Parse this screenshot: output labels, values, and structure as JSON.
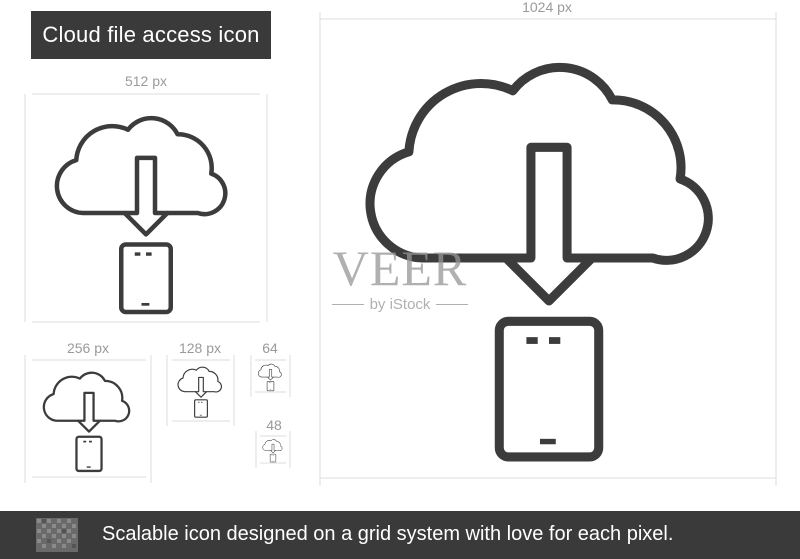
{
  "title": "Cloud file access icon",
  "size_labels": {
    "large": "1024 px",
    "medium": "512 px",
    "small": "256 px",
    "xsmall": "128 px",
    "tiny": "64",
    "micro": "48"
  },
  "watermark": {
    "brand": "VEER",
    "sub": "by iStock"
  },
  "footer": {
    "tagline": "Scalable icon designed on a grid system with love for each pixel."
  },
  "colors": {
    "stroke": "#3c3c3c",
    "guide": "#dddddd",
    "bar_bg": "#3a3a3a",
    "label": "#9a9a9a"
  }
}
